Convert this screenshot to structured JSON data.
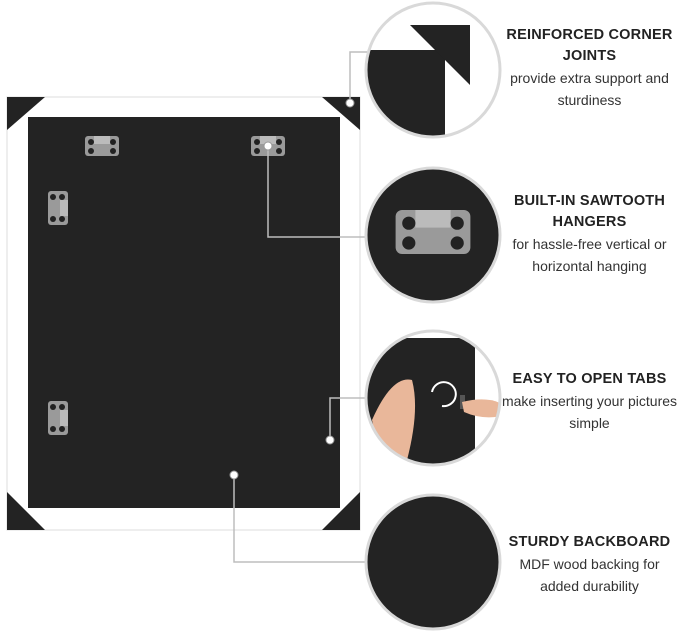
{
  "features": [
    {
      "title": "REINFORCED CORNER JOINTS",
      "desc": "provide extra support and sturdiness",
      "icon": "corner-icon"
    },
    {
      "title": "BUILT-IN SAWTOOTH HANGERS",
      "desc": "for hassle-free vertical or horizontal hanging",
      "icon": "hanger-icon"
    },
    {
      "title": "EASY TO OPEN TABS",
      "desc": "make inserting your pictures simple",
      "icon": "tab-icon"
    },
    {
      "title": "STURDY BACKBOARD",
      "desc": "MDF wood backing for added durability",
      "icon": "backboard-icon"
    }
  ],
  "colors": {
    "backboard": "#232323",
    "frame": "#ffffff",
    "circle_border": "#d9d9d9",
    "line": "#bdbdbd"
  }
}
